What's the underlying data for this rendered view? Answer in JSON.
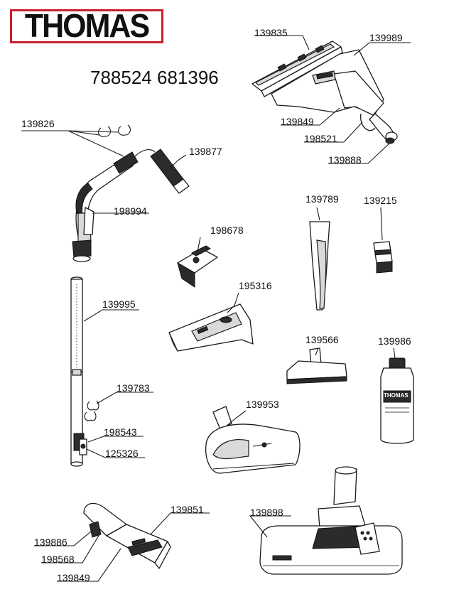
{
  "brand": {
    "logo_text": "THOMAS",
    "accent_color": "#c8202c"
  },
  "model_numbers": "788524 681396",
  "parts": {
    "p139835": "139835",
    "p139989": "139989",
    "p139849a": "139849",
    "p198521": "198521",
    "p139888": "139888",
    "p139826": "139826",
    "p139877": "139877",
    "p198994": "198994",
    "p198678": "198678",
    "p139789": "139789",
    "p139215": "139215",
    "p195316": "195316",
    "p139995": "139995",
    "p139566": "139566",
    "p139986": "139986",
    "p139783": "139783",
    "p139953": "139953",
    "p198543": "198543",
    "p125326": "125326",
    "p139851": "139851",
    "p139898": "139898",
    "p139886": "139886",
    "p198568": "198568",
    "p139849b": "139849"
  },
  "bottle_label": "THOMAS"
}
